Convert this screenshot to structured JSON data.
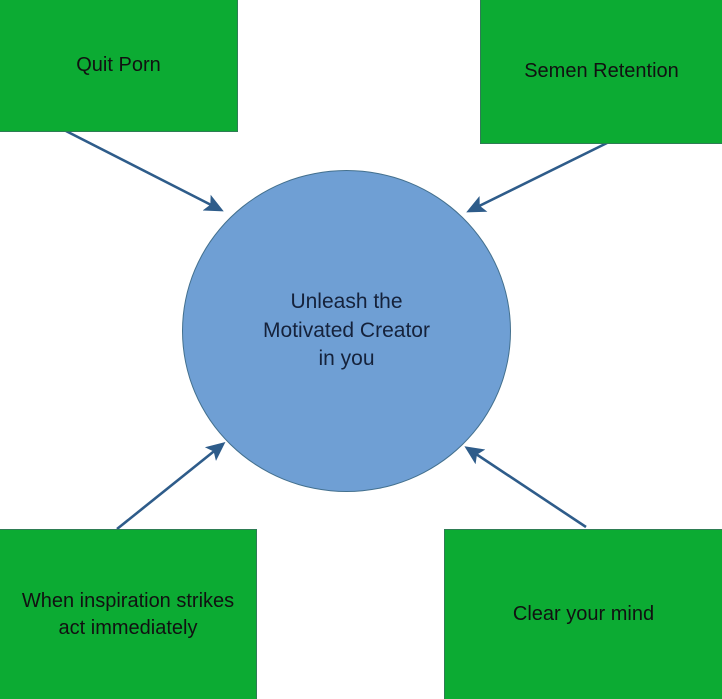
{
  "diagram": {
    "type": "hub-and-spoke",
    "title": "Unleash the Motivated Creator in you",
    "colors": {
      "node_fill": "#0CAB33",
      "node_border": "#2E7D54",
      "hub_fill": "#6F9FD4",
      "hub_border": "#43708E",
      "arrow": "#2E5C8A",
      "text": "#111111",
      "background": "#FFFFFF"
    },
    "hub": {
      "id": "center-circle",
      "label": "Unleash the\nMotivated Creator\nin you",
      "shape": "circle"
    },
    "nodes": [
      {
        "id": "quit-porn",
        "label": "Quit Porn",
        "position": "top-left",
        "shape": "rectangle"
      },
      {
        "id": "semen-retention",
        "label": "Semen Retention",
        "position": "top-right",
        "shape": "rectangle"
      },
      {
        "id": "inspiration",
        "label": "When inspiration strikes act immediately",
        "position": "bottom-left",
        "shape": "rectangle"
      },
      {
        "id": "clear-mind",
        "label": "Clear your mind",
        "position": "bottom-right",
        "shape": "rectangle"
      }
    ],
    "edges": [
      {
        "from": "quit-porn",
        "to": "center-circle",
        "style": "solid-arrow"
      },
      {
        "from": "semen-retention",
        "to": "center-circle",
        "style": "solid-arrow"
      },
      {
        "from": "inspiration",
        "to": "center-circle",
        "style": "solid-arrow"
      },
      {
        "from": "clear-mind",
        "to": "center-circle",
        "style": "solid-arrow"
      }
    ]
  }
}
